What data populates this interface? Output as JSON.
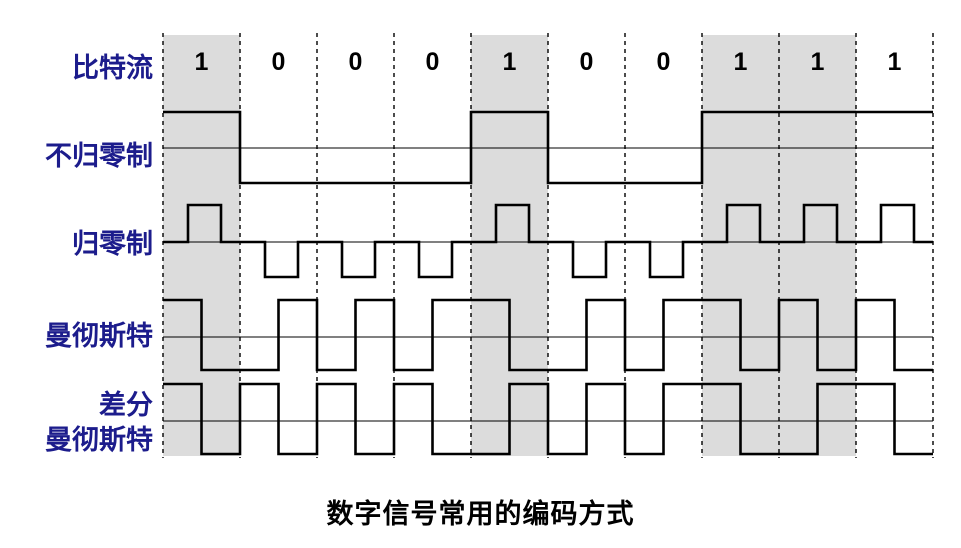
{
  "labels": {
    "bitstream": "比特流",
    "nrz": "不归零制",
    "rz": "归零制",
    "manchester": "曼彻斯特",
    "diff_line1": "差分",
    "diff_line2": "曼彻斯特"
  },
  "bits": [
    "1",
    "0",
    "0",
    "0",
    "1",
    "0",
    "0",
    "1",
    "1",
    "1"
  ],
  "caption": "数字信号常用的编码方式",
  "colors": {
    "shade": "#dcdcdc",
    "label": "#1c1c8c",
    "signal": "#000000"
  }
}
